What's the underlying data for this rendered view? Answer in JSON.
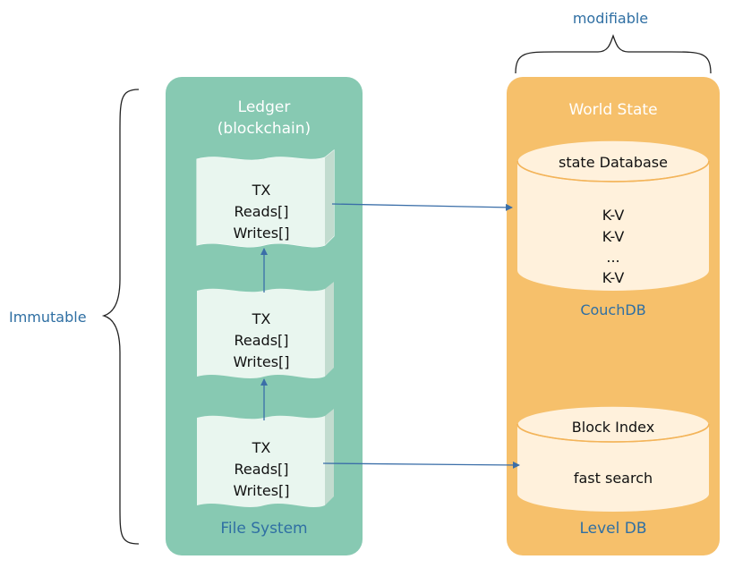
{
  "labels": {
    "modifiable": "modifiable",
    "immutable": "Immutable"
  },
  "ledger": {
    "title_line1": "Ledger",
    "title_line2": "(blockchain)",
    "footer": "File System",
    "blocks": [
      {
        "line1": "TX",
        "line2": "Reads[]",
        "line3": "Writes[]"
      },
      {
        "line1": "TX",
        "line2": "Reads[]",
        "line3": "Writes[]"
      },
      {
        "line1": "TX",
        "line2": "Reads[]",
        "line3": "Writes[]"
      }
    ]
  },
  "world_state": {
    "title": "World State",
    "state_db": {
      "header": "state Database",
      "rows": [
        "K-V",
        "K-V",
        "...",
        "K-V"
      ],
      "footer": "CouchDB"
    },
    "block_index": {
      "header": "Block Index",
      "body": "fast search",
      "footer": "Level DB"
    }
  },
  "colors": {
    "ledger_panel": "#87c9b2",
    "block_fill": "#e9f6ef",
    "world_panel": "#f6c06b",
    "cylinder_fill": "#fff1dc",
    "arrow": "#3a6ea8",
    "label_blue": "#2f6fa3"
  }
}
